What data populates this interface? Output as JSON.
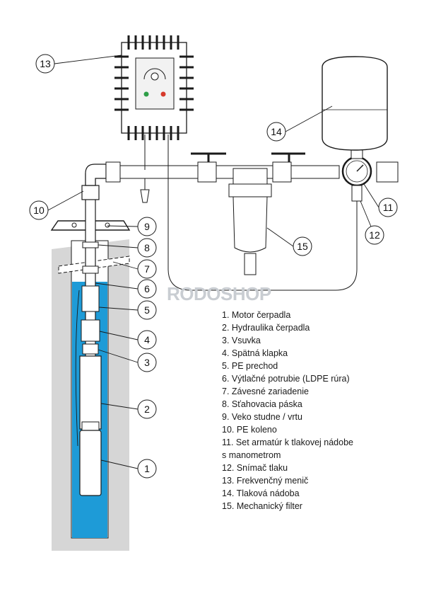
{
  "watermark": "RODOSHOP",
  "colors": {
    "water": "#1e9bd7",
    "ground": "#d6d6d6",
    "line": "#1a1a1a"
  },
  "callouts": [
    "1",
    "2",
    "3",
    "4",
    "5",
    "6",
    "7",
    "8",
    "9",
    "10",
    "11",
    "12",
    "13",
    "14",
    "15"
  ],
  "legend": [
    "1. Motor čerpadla",
    "2. Hydraulika čerpadla",
    "3. Vsuvka",
    "4. Spätná klapka",
    "5. PE prechod",
    "6. Výtlačné potrubie (LDPE rúra)",
    "7. Závesné zariadenie",
    "8. Sťahovacia páska",
    "9. Veko studne / vrtu",
    "10. PE koleno",
    "11. Set armatúr k tlakovej nádobe",
    "s manometrom",
    "12. Snímač tlaku",
    "13. Frekvenčný menič",
    "14. Tlaková nádoba",
    "15. Mechanický filter"
  ]
}
